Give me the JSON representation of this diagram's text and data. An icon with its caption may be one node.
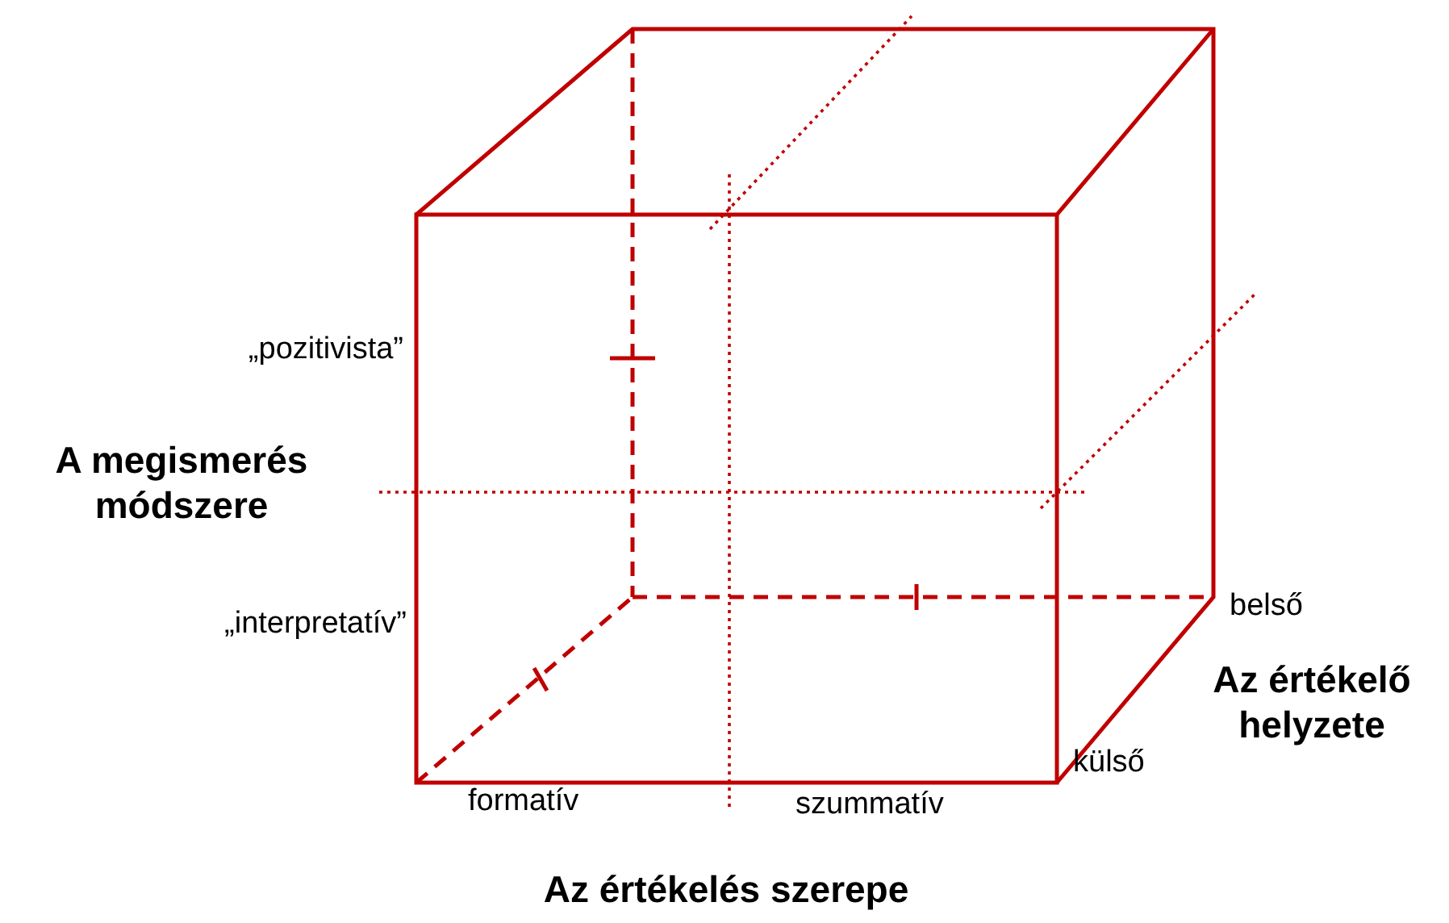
{
  "diagram": {
    "labels": [
      "„pozitivista”",
      "A megismerés módszere",
      "„interpretatív”",
      "belső",
      "Az értékelő helyzete",
      "külső",
      "formatív",
      "szummatív",
      "Az értékelés szerepe"
    ]
  }
}
